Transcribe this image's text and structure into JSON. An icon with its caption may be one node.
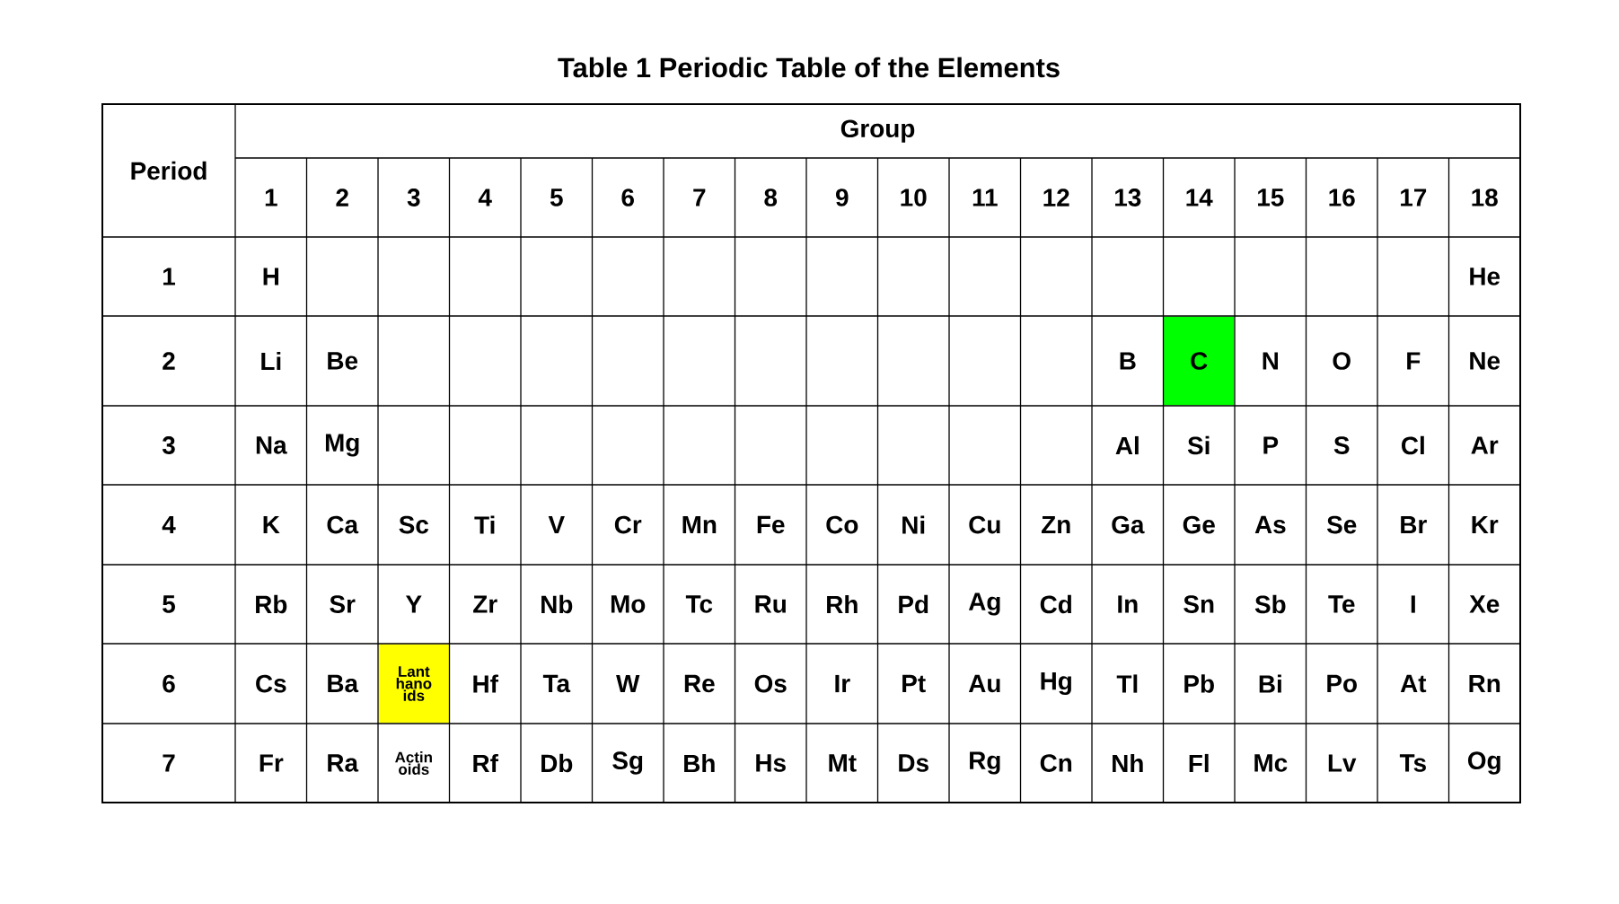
{
  "diagram": {
    "title": "Table 1  Periodic Table of the Elements",
    "nodes": [
      {
        "text": [
          "C"
        ]
      },
      {
        "text": [
          "Lant hano ids"
        ]
      }
    ],
    "labels": [
      "Period",
      "Group",
      "1",
      "2",
      "3",
      "4",
      "5",
      "6",
      "7",
      "8",
      "9",
      "10",
      "11",
      "12",
      "13",
      "14",
      "15",
      "16",
      "17",
      "18",
      "1",
      "H",
      "He",
      "2",
      "Li",
      "Be",
      "B",
      "N",
      "O",
      "F",
      "Ne",
      "3",
      "Na",
      "Mg",
      "Al",
      "Si",
      "P",
      "S",
      "Cl",
      "Ar",
      "4",
      "K",
      "Ca",
      "Sc",
      "Ti",
      "V",
      "Cr",
      "Mn",
      "Fe",
      "Co",
      "Ni",
      "Cu",
      "Zn",
      "Ga",
      "Ge",
      "As",
      "Se",
      "Br",
      "Kr",
      "5",
      "Rb",
      "Sr",
      "Y",
      "Zr",
      "Nb",
      "Mo",
      "Tc",
      "Ru",
      "Rh",
      "Pd",
      "Ag",
      "Cd",
      "In",
      "Sn",
      "Sb",
      "Te",
      "I",
      "Xe",
      "6",
      "Cs",
      "Ba",
      "Hf",
      "Ta",
      "W",
      "Re",
      "Os",
      "Ir",
      "Pt",
      "Au",
      "Hg",
      "Tl",
      "Pb",
      "Bi",
      "Po",
      "At",
      "Rn",
      "7",
      "Fr",
      "Ra",
      "Actin oids",
      "Rf",
      "Db",
      "Sg",
      "Bh",
      "Hs",
      "Mt",
      "Ds",
      "Rg",
      "Cn",
      "Nh",
      "Fl",
      "Mc",
      "Lv",
      "Ts",
      "Og"
    ]
  }
}
